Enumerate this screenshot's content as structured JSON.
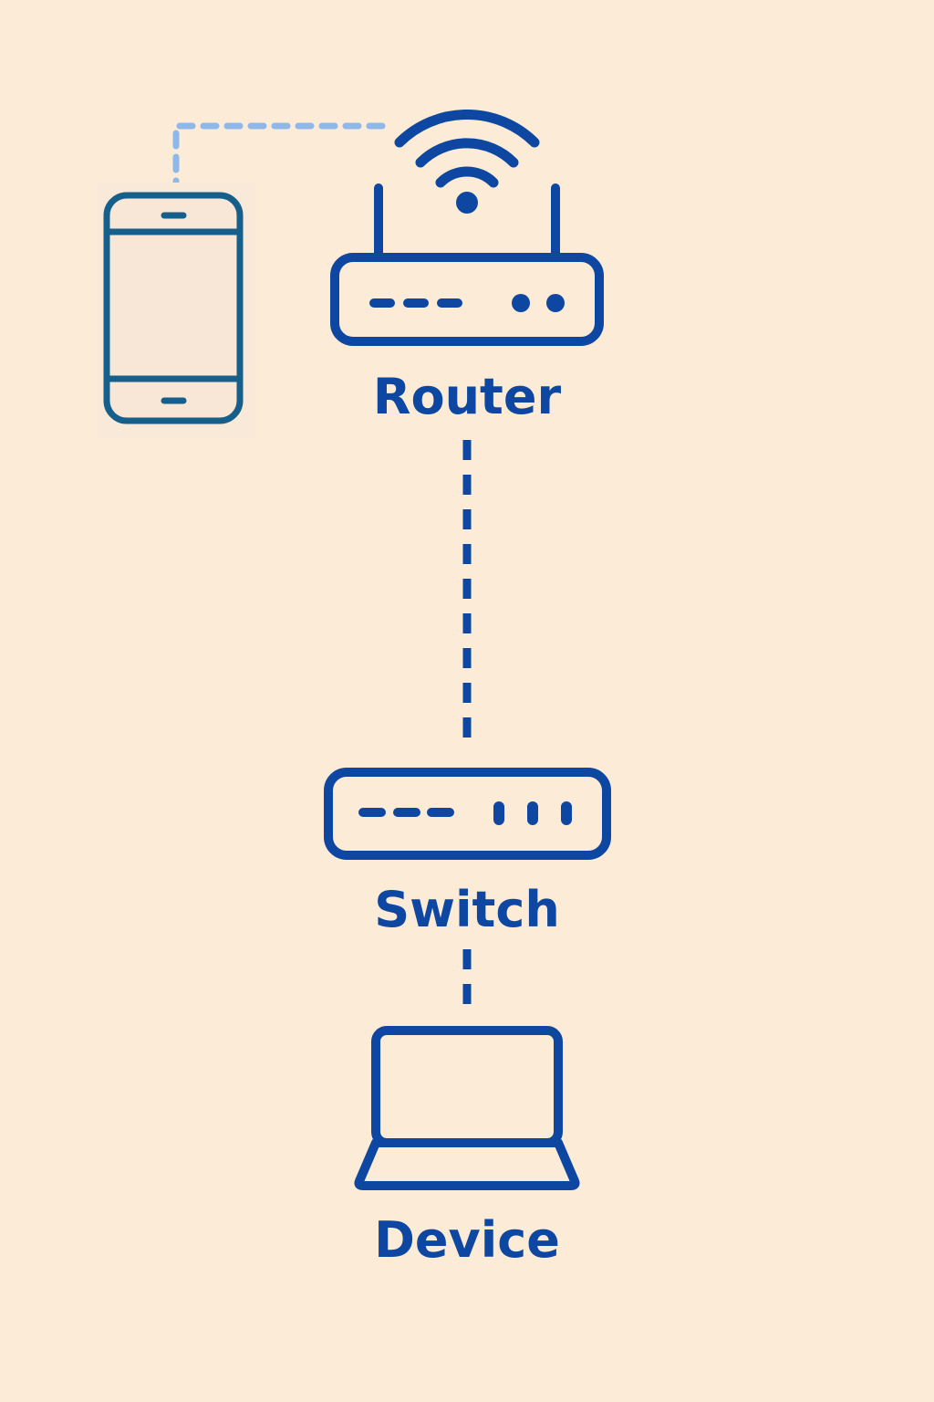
{
  "colors": {
    "background": "#fcebd6",
    "primary": "#0d47a1",
    "phone_stroke": "#155f8a",
    "phone_screen": "#f8e6d6",
    "phone_backdrop": "#f8e9d8",
    "wireless_link": "#8fb8ea"
  },
  "nodes": {
    "router": {
      "label": "Router",
      "icon": "router-icon"
    },
    "switch": {
      "label": "Switch",
      "icon": "switch-icon"
    },
    "device": {
      "label": "Device",
      "icon": "laptop-icon"
    },
    "phone": {
      "icon": "smartphone-icon"
    }
  },
  "links": [
    {
      "from": "router",
      "to": "switch",
      "style": "dashed"
    },
    {
      "from": "switch",
      "to": "device",
      "style": "dashed"
    },
    {
      "from": "phone",
      "to": "router",
      "style": "dotted-wireless"
    }
  ]
}
